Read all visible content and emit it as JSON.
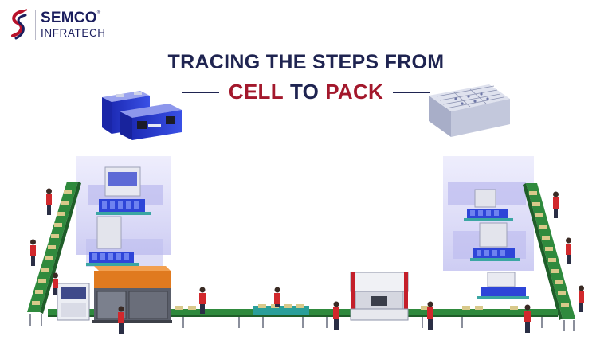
{
  "brand": {
    "name": "SEMCO",
    "registered": "®",
    "sub": "INFRATECH",
    "colors": {
      "navy": "#1b1e5e",
      "red": "#b8122b"
    }
  },
  "heading": {
    "line1": "TRACING THE STEPS FROM",
    "cell": "CELL",
    "to": "TO",
    "pack": "PACK",
    "colors": {
      "navy": "#1f2451",
      "red": "#a3182c"
    }
  },
  "illustration": {
    "accent_colors": {
      "conveyor_green": "#2f8a3d",
      "machine_orange": "#e07a1f",
      "cell_blue": "#2a3fd0",
      "enclosure_violet": "#c9c8f3",
      "worker_red": "#d1282c"
    }
  }
}
